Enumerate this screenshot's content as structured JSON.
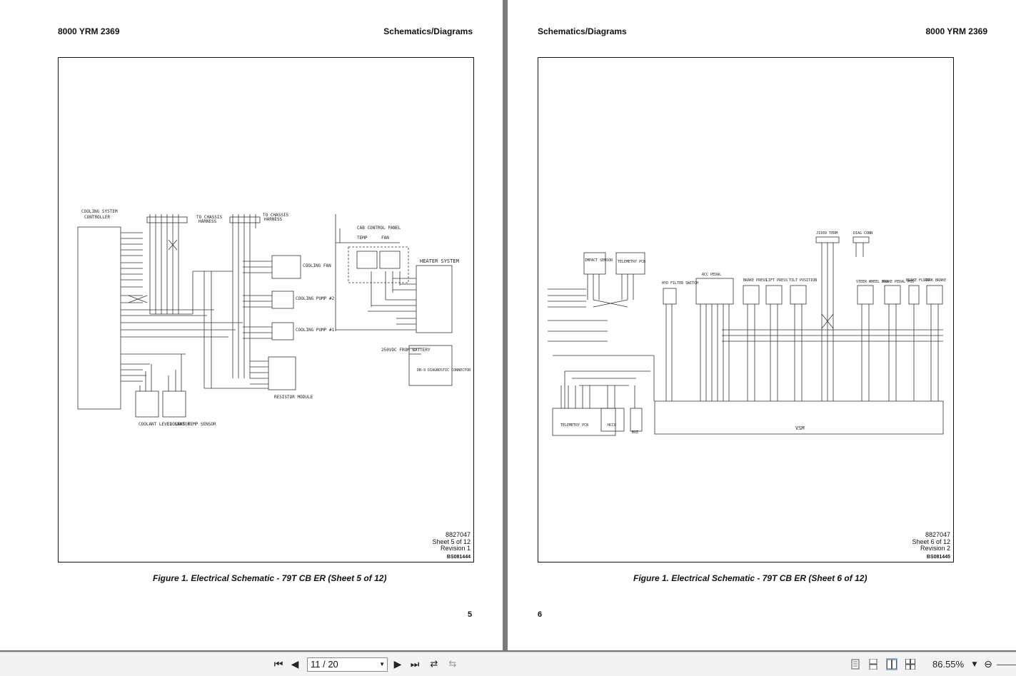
{
  "left_page": {
    "header_left": "8000 YRM 2369",
    "header_right": "Schematics/Diagrams",
    "caption": "Figure 1. Electrical Schematic - 79T CB ER (Sheet 5 of 12)",
    "page_number": "5",
    "title_block": {
      "drawing_number": "8827047",
      "sheet": "Sheet 5 of 12",
      "revision": "Revision 1",
      "ref": "BS081444"
    },
    "labels": {
      "controller": "COOLING SYSTEM",
      "controller2": "CONTROLLER",
      "chassis1": "TO CHASSIS",
      "chassis2": "HARNESS",
      "cab_panel": "CAB CONTROL PANEL",
      "temp": "TEMP",
      "fan": "FAN",
      "heater": "HEATER SYSTEM",
      "cooling_fan": "COOLING FAN",
      "pump2": "COOLING PUMP #2",
      "pump1": "COOLING PUMP #1",
      "resistor": "RESISTOR MODULE",
      "battery": "250VDC FROM BATTERY",
      "diag": "DB-9 DIAGNOSTIC CONNECTOR",
      "coolant_level": "COOLANT LEVEL SENSOR",
      "coolant_temp": "COOLANT TEMP SENSOR"
    }
  },
  "right_page": {
    "header_left": "Schematics/Diagrams",
    "header_right": "8000 YRM 2369",
    "caption": "Figure 1. Electrical Schematic - 79T CB ER (Sheet 6 of 12)",
    "page_number": "6",
    "title_block": {
      "drawing_number": "8827047",
      "sheet": "Sheet 6 of 12",
      "revision": "Revision 2",
      "ref": "BS081445"
    },
    "labels": {
      "impact": "IMPACT SENSOR",
      "telemetry": "TELEMETRY PCB",
      "hyd_filter": "HYD FILTER SWITCH",
      "acc_pedal": "ACC PEDAL",
      "brake_press": "BRAKE PRESS",
      "lift_press": "LIFT PRESS",
      "tilt_pos": "TILT POSITION",
      "steer": "STEER WHEEL POS",
      "brake_pedal": "BRAKE PEDAL POS",
      "brake_fluid": "BRAKE FLUID",
      "park_brake": "PARK BRAKE",
      "canh_term": "J1939 TERM",
      "diag_conn": "DIAG CONN",
      "vsm": "VSM",
      "telemetry_pcb": "TELEMETRY PCB",
      "hccu": "HCCU",
      "buz": "BUZ"
    }
  },
  "toolbar": {
    "page_indicator": "11 / 20",
    "zoom": "86.55%"
  }
}
